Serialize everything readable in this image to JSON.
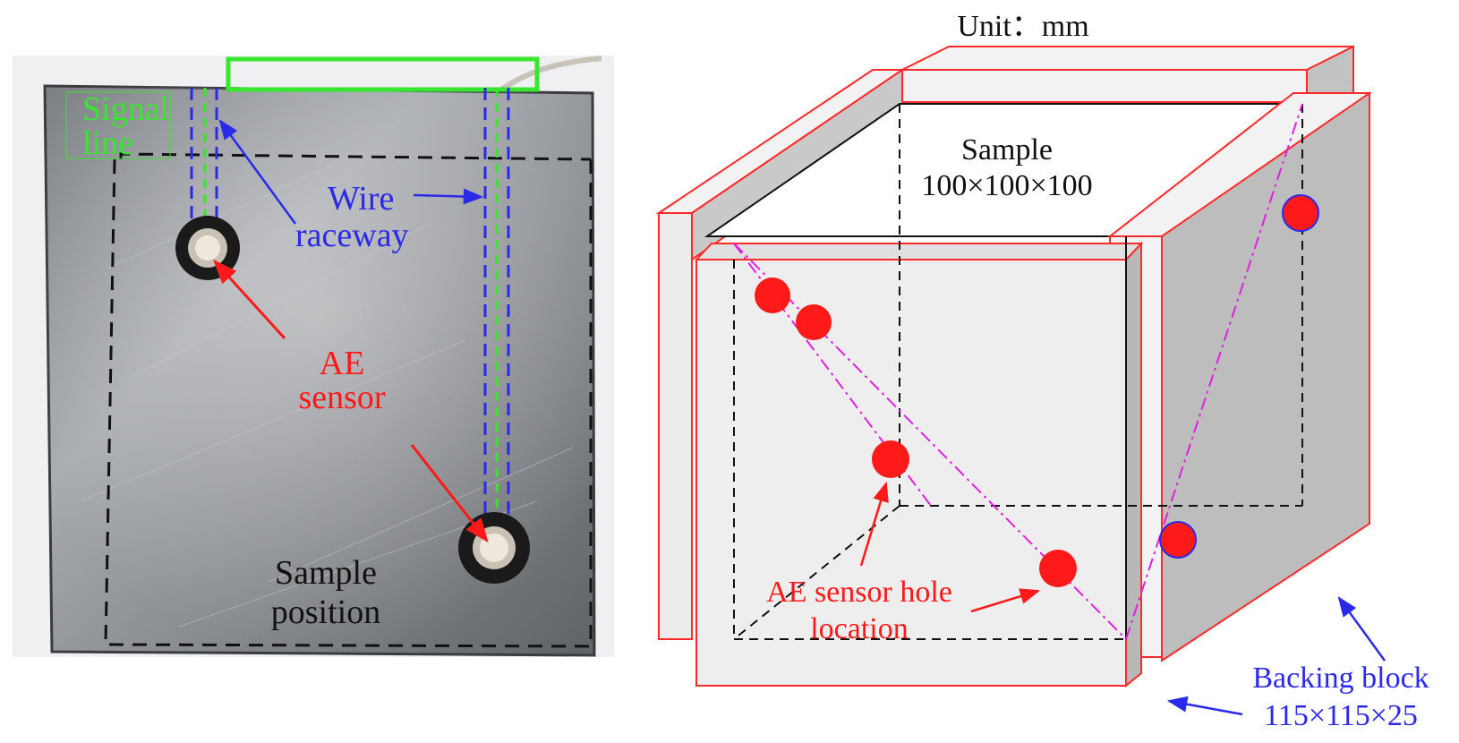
{
  "photo_panel": {
    "signal_line_label": [
      "Signal",
      "line"
    ],
    "wire_raceway_label": [
      "Wire",
      "raceway"
    ],
    "ae_sensor_label": [
      "AE",
      "sensor"
    ],
    "sample_position_label": [
      "Sample",
      "position"
    ]
  },
  "schematic_panel": {
    "unit_label": "Unit：mm",
    "sample_label": [
      "Sample",
      "100×100×100"
    ],
    "sensor_hole_label": [
      "AE sensor hole",
      "location"
    ],
    "backing_block_label": [
      "Backing block",
      "115×115×25"
    ]
  },
  "colors": {
    "green": "#39e62e",
    "blue": "#2a2ae8",
    "red": "#ff1a1a",
    "magenta": "#e020e0",
    "block_fill": "#eeeeee",
    "block_side": "#bdbdbd",
    "block_outline": "#ff2a2a"
  }
}
